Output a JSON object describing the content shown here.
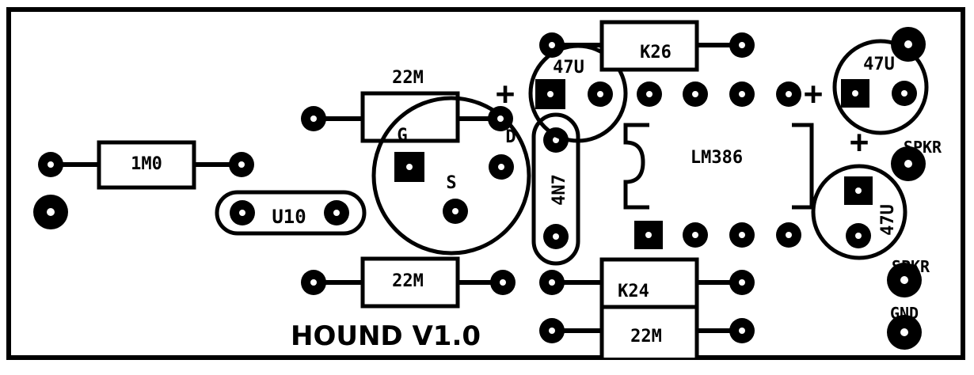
{
  "board": {
    "title": "HOUND V1.0",
    "colors": {
      "ink": "#000000",
      "paper": "#ffffff"
    }
  },
  "resistors": {
    "r1": "1M0",
    "r2": "22M",
    "r3": "22M",
    "r4": "K26",
    "r5": "K24",
    "r6": "22M"
  },
  "capacitors": {
    "c1": "47U",
    "c2": "47U",
    "c3": "47U",
    "c4": "4N7",
    "c1_polarity": "+",
    "c2_polarity": "+",
    "c3_polarity": "+"
  },
  "transistor": {
    "gate": "G",
    "drain": "D",
    "source": "S"
  },
  "misc": {
    "u1": "U10",
    "ic": "LM386"
  },
  "connectors": {
    "spkr_top": "SPKR",
    "spkr_bottom": "SPKR",
    "gnd": "GND"
  }
}
